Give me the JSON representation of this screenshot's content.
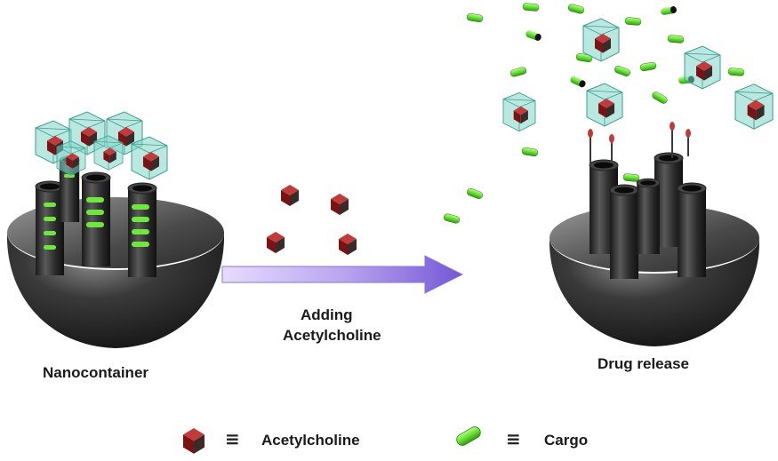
{
  "labels": {
    "left": "Nanocontainer",
    "step_line1": "Adding",
    "step_line2": "Acetylcholine",
    "right": "Drug release"
  },
  "legend": {
    "equiv_symbol": "≡",
    "acetylcholine": "Acetylcholine",
    "cargo": "Cargo"
  },
  "colors": {
    "cargo_green": "#6ee83a",
    "acetylcholine_red": "#8b1a1a",
    "cage_teal": "#7fd6c8",
    "arrow_lavender": "#b9a6ef",
    "arrow_purple": "#7457d6",
    "body_dark": "#2c2c2c"
  },
  "icons": [
    "nanocontainer-icon",
    "acetylcholine-cube-icon",
    "cargo-capsule-icon",
    "cage-icon",
    "reaction-arrow-icon"
  ]
}
